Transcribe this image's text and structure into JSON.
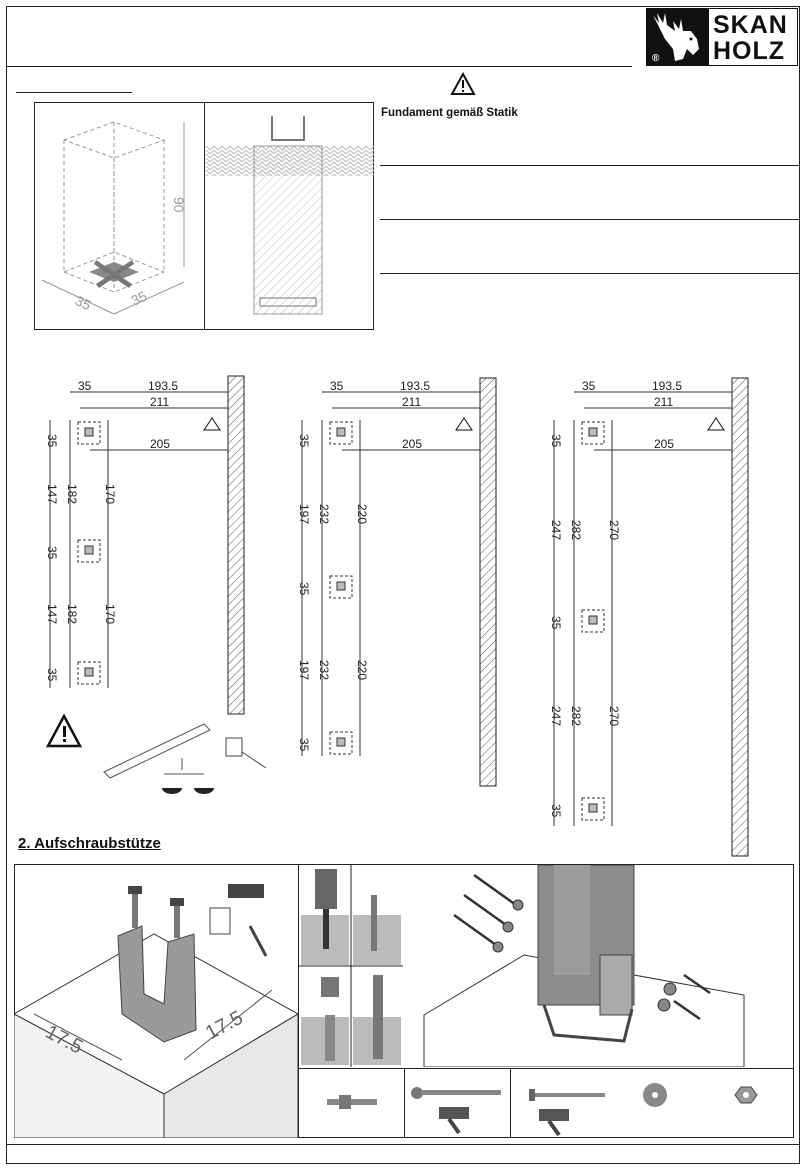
{
  "logo": {
    "line1": "SKAN",
    "line2": "HOLZ",
    "registered": "®"
  },
  "foundation": {
    "text": "Fundament gemäß Statik",
    "dim_height": "90",
    "dim_w1": "35",
    "dim_w2": "35"
  },
  "layout1": {
    "d35": "35",
    "d1935": "193.5",
    "d211": "211",
    "d205": "205",
    "seg": "147",
    "mid": "182",
    "right": "170"
  },
  "layout2": {
    "d35": "35",
    "d1935": "193.5",
    "d211": "211",
    "d205": "205",
    "seg": "197",
    "mid": "232",
    "right": "220"
  },
  "layout3": {
    "d35": "35",
    "d1935": "193.5",
    "d211": "211",
    "d205": "205",
    "seg": "247",
    "mid": "282",
    "right": "270"
  },
  "section2": {
    "title": "2. Aufschraubstütze",
    "dim_a": "17.5",
    "dim_b": "17.5"
  },
  "colors": {
    "line": "#222222",
    "metal": "#8c8c8c",
    "dark": "#555555",
    "hatch": "#bbbbbb"
  }
}
